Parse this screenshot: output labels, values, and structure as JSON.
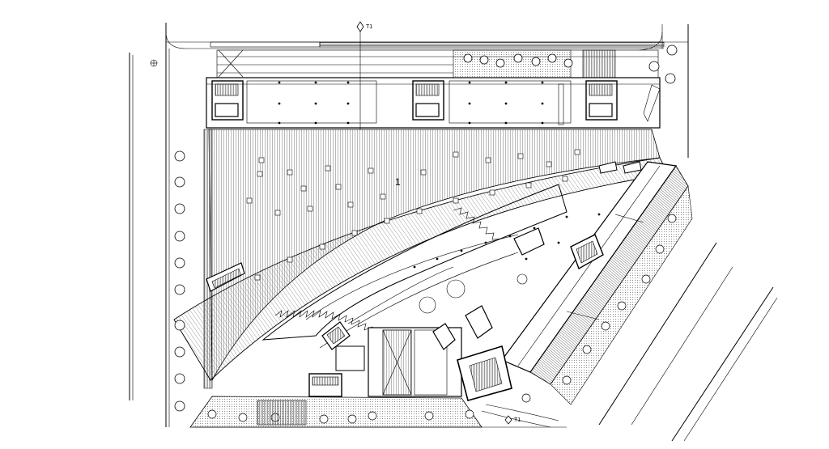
{
  "drawing": {
    "section_marker_top": "T1",
    "section_marker_bottom": "T1",
    "zone_number": "1"
  },
  "colors": {
    "ink": "#000000",
    "paper": "#ffffff",
    "hatch": "#9a9a9a"
  }
}
